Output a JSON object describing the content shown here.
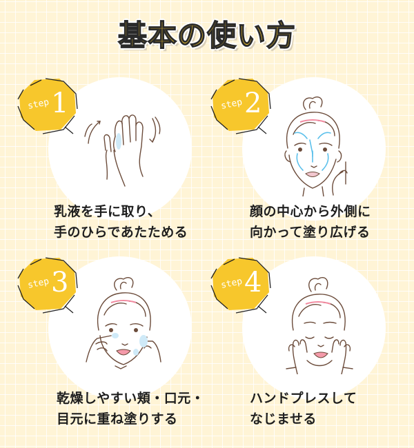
{
  "title": "基本の使い方",
  "colors": {
    "background": "#fff4d6",
    "grid_line": "#ffffff",
    "badge_yellow": "#f7c72c",
    "title_fill": "#f7c72c",
    "text": "#1e1e1e",
    "line_art": "#6b4b3a",
    "accent_blue": "#5bc0eb",
    "lip_pink": "#f29aa8"
  },
  "steps": [
    {
      "badge_label": "step",
      "number": "1",
      "icon": "hands-warming-icon",
      "caption_line1": "乳液を手に取り、",
      "caption_line2": "手のひらであたためる"
    },
    {
      "badge_label": "step",
      "number": "2",
      "icon": "face-spread-arrows-icon",
      "caption_line1": "顔の中心から外側に",
      "caption_line2": "向かって塗り広げる"
    },
    {
      "badge_label": "step",
      "number": "3",
      "icon": "face-dab-cheeks-icon",
      "caption_line1": "乾燥しやすい頬・口元・",
      "caption_line2": "目元に重ね塗りする"
    },
    {
      "badge_label": "step",
      "number": "4",
      "icon": "face-hand-press-icon",
      "caption_line1": "ハンドプレスして",
      "caption_line2": "なじませる"
    }
  ]
}
